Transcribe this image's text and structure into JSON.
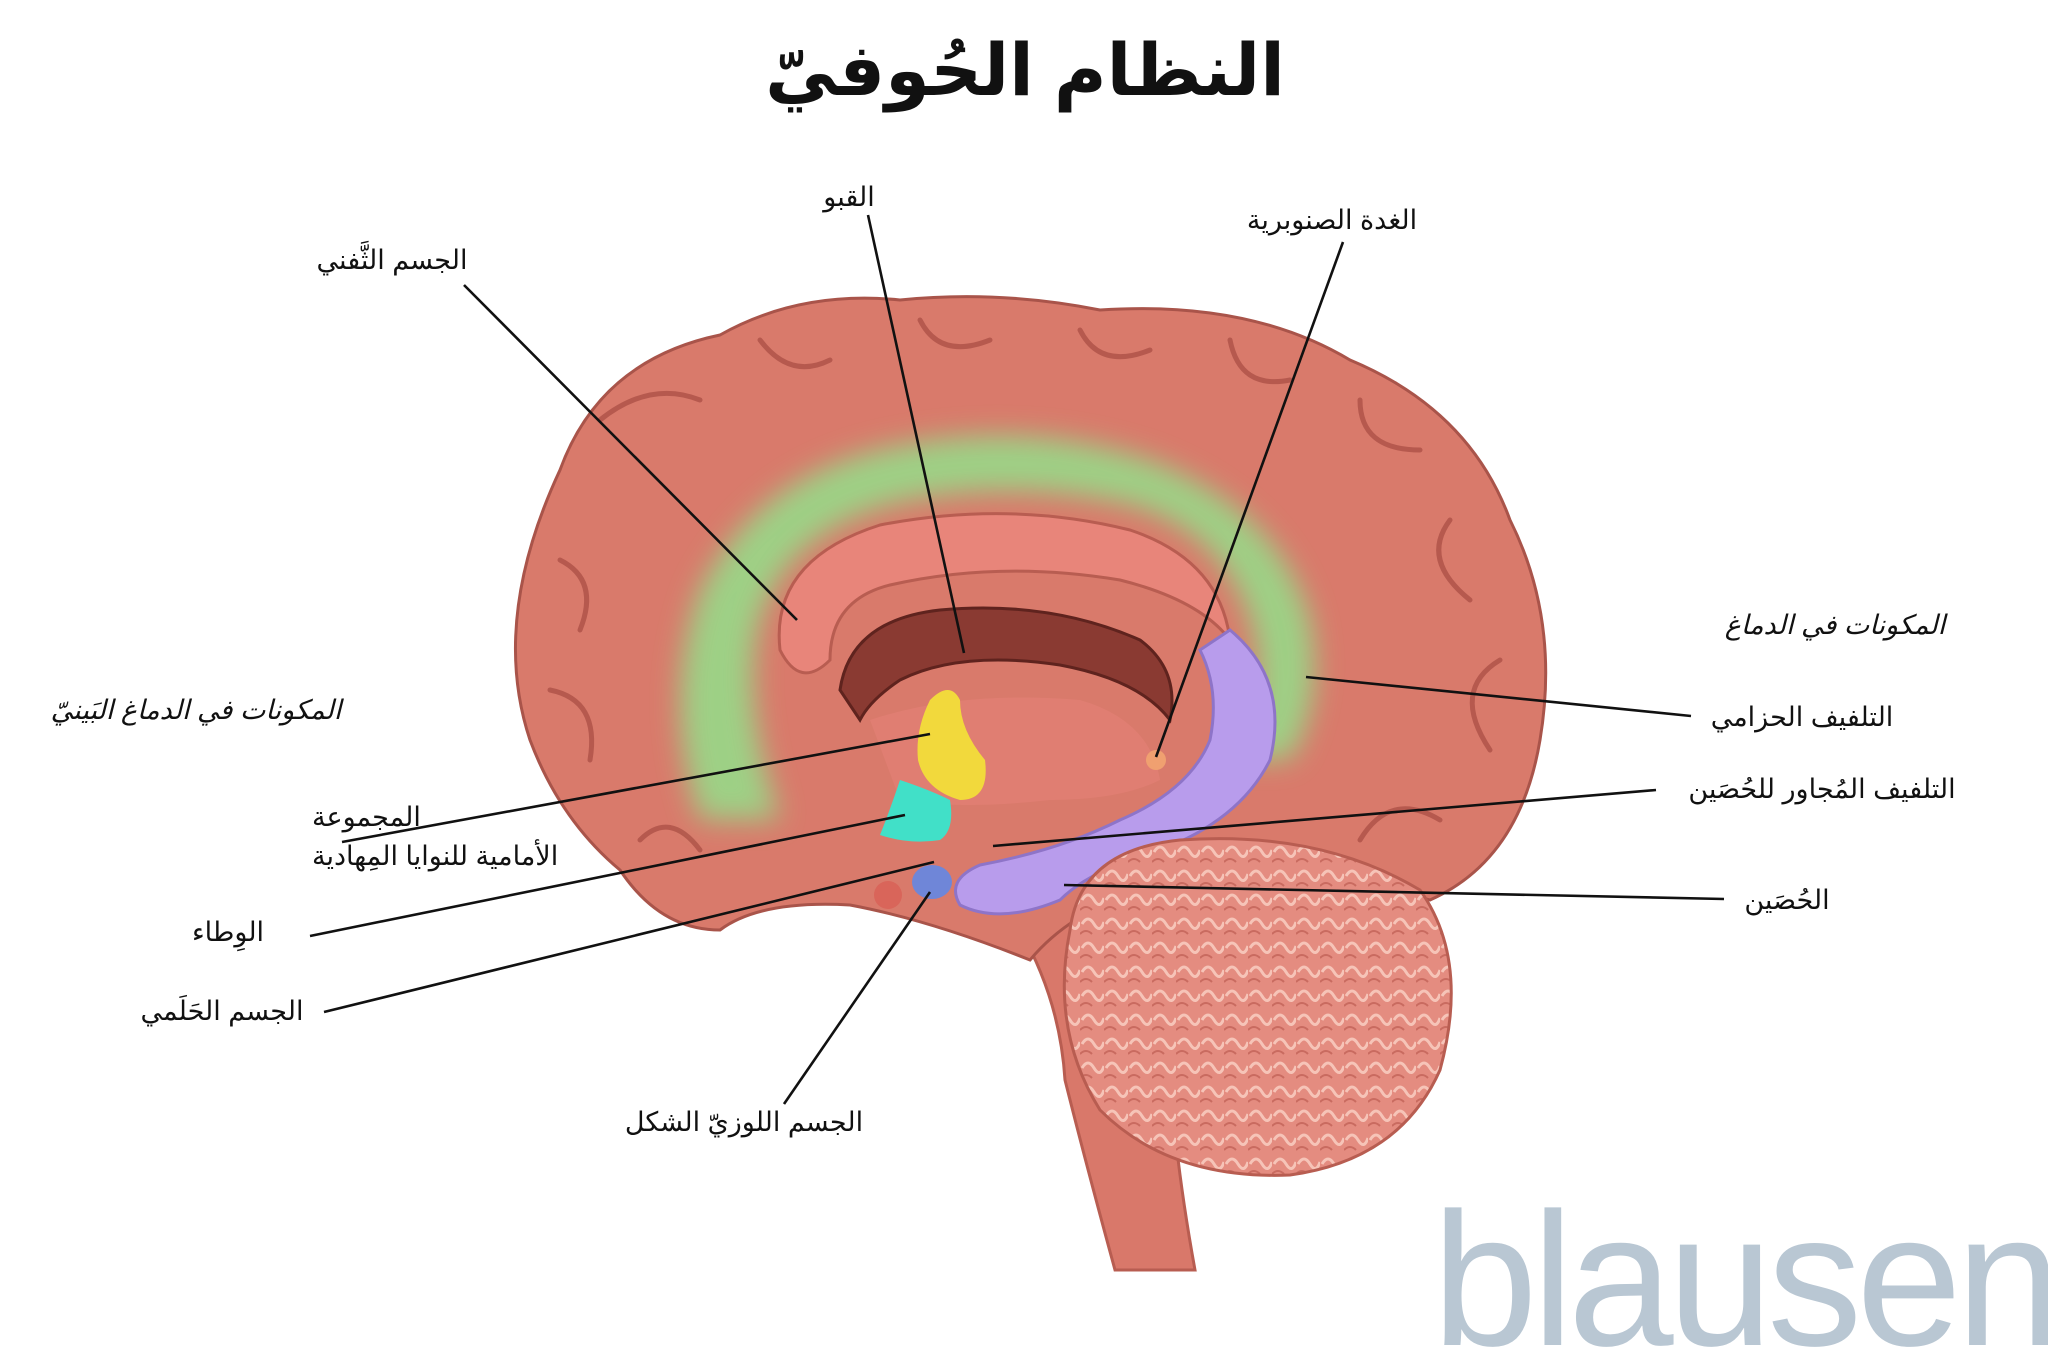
{
  "title": "النظام الحُوفيّ",
  "sections": {
    "diencephalon": "المكونات في الدماغ البَينيّ",
    "brain": "المكونات في الدماغ"
  },
  "labels": {
    "fornix": "القبو",
    "pineal_gland": "الغدة الصنوبرية",
    "corpus_callosum": "الجسم الثَّفني",
    "cingulate_gyrus": "التلفيف الحزامي",
    "parahippocampal_gyrus": "التلفيف المُجاور للحُصَين",
    "hippocampus": "الحُصَين",
    "anterior_thalamic_nuclei_line1": "المجموعة",
    "anterior_thalamic_nuclei_line2": "الأمامية للنوايا المِهادية",
    "hypothalamus": "الوِطاء",
    "mammillary_body": "الجسم الحَلَمي",
    "amygdala": "الجسم اللوزيّ الشكل"
  },
  "logo": "blausen",
  "colors": {
    "cortex": "#d97a6b",
    "cingulate_gyrus": "#8fe68c",
    "hippocampus": "#b89cec",
    "anterior_thalamic_nuclei": "#f2d93c",
    "hypothalamus": "#41e0c8",
    "amygdala": "#6f86d8",
    "logo": "#b9c7d3"
  }
}
